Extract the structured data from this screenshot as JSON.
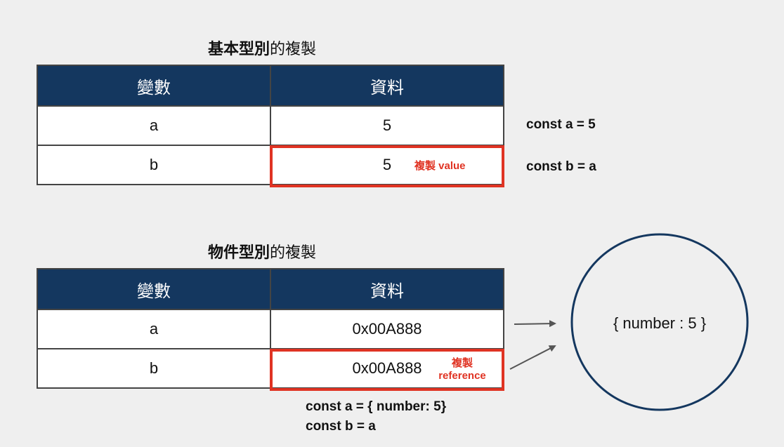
{
  "primitive": {
    "title_bold": "基本型別",
    "title_rest": "的複製",
    "headers": [
      "變數",
      "資料"
    ],
    "rows": [
      {
        "var": "a",
        "data": "5"
      },
      {
        "var": "b",
        "data": "5"
      }
    ],
    "copy_note": "複製 value",
    "code_lines": [
      "const a = 5",
      "const b = a"
    ]
  },
  "object": {
    "title_bold": "物件型別",
    "title_rest": "的複製",
    "headers": [
      "變數",
      "資料"
    ],
    "rows": [
      {
        "var": "a",
        "data": "0x00A888"
      },
      {
        "var": "b",
        "data": "0x00A888"
      }
    ],
    "copy_note_line1": "複製",
    "copy_note_line2": "reference",
    "code_lines": [
      "const a = { number: 5}",
      "const b = a"
    ],
    "heap_object": "{ number : 5 }"
  },
  "colors": {
    "header_bg": "#14375f",
    "highlight": "#e03323",
    "circle": "#14375f"
  }
}
